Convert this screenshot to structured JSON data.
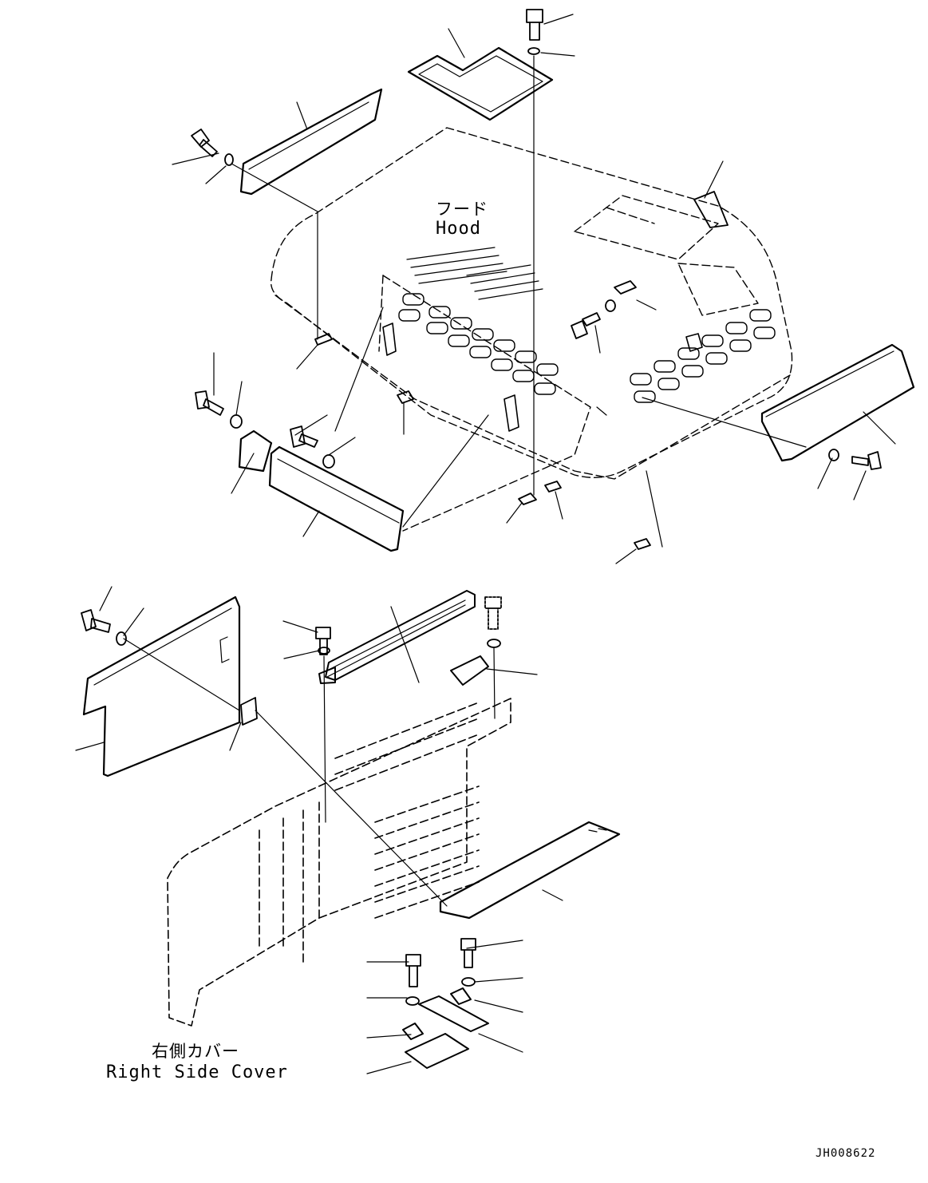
{
  "hood": {
    "label_jp": "フード",
    "label_en": "Hood"
  },
  "right_side_cover": {
    "label_jp": "右側カバー",
    "label_en": "Right Side Cover"
  },
  "drawing_code": "JH008622"
}
